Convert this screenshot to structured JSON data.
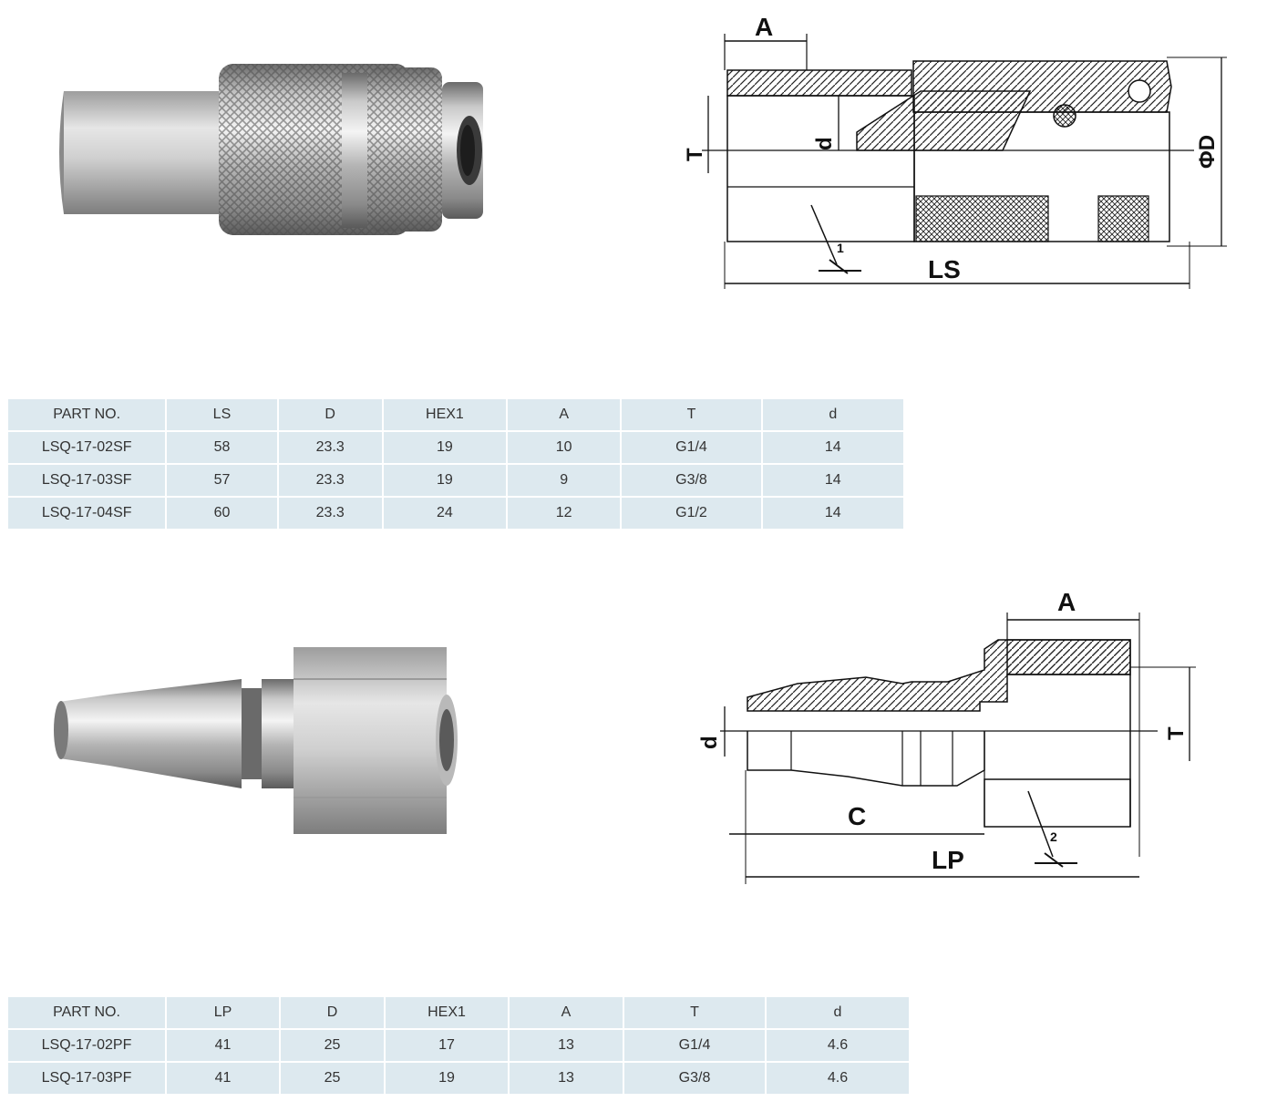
{
  "socket": {
    "drawing_labels": {
      "a": "A",
      "t": "T",
      "d": "d",
      "phi_d": "ΦD",
      "ls": "LS",
      "hex": "1"
    },
    "table": {
      "headers": [
        "PART NO.",
        "LS",
        "D",
        "HEX1",
        "A",
        "T",
        "d"
      ],
      "rows": [
        [
          "LSQ-17-02SF",
          "58",
          "23.3",
          "19",
          "10",
          "G1/4",
          "14"
        ],
        [
          "LSQ-17-03SF",
          "57",
          "23.3",
          "19",
          "9",
          "G3/8",
          "14"
        ],
        [
          "LSQ-17-04SF",
          "60",
          "23.3",
          "24",
          "12",
          "G1/2",
          "14"
        ]
      ]
    }
  },
  "plug": {
    "drawing_labels": {
      "a": "A",
      "t": "T",
      "d": "d",
      "c": "C",
      "lp": "LP",
      "hex": "2"
    },
    "table": {
      "headers": [
        "PART NO.",
        "LP",
        "D",
        "HEX1",
        "A",
        "T",
        "d"
      ],
      "rows": [
        [
          "LSQ-17-02PF",
          "41",
          "25",
          "17",
          "13",
          "G1/4",
          "4.6"
        ],
        [
          "LSQ-17-03PF",
          "41",
          "25",
          "19",
          "13",
          "G3/8",
          "4.6"
        ]
      ]
    }
  }
}
